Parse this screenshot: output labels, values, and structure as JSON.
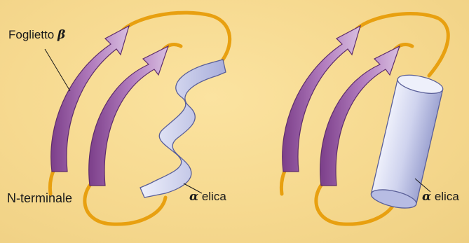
{
  "labels": {
    "beta_sheet": {
      "text": "Foglietto",
      "symbol": "β"
    },
    "n_terminal": {
      "text": "N-terminale"
    },
    "alpha_helix_left": {
      "symbol": "α",
      "text": "elica"
    },
    "alpha_helix_right": {
      "symbol": "α",
      "text": "elica"
    }
  },
  "colors": {
    "background": "#f6d98f",
    "loop": "#e8a010",
    "strand": "#a768b2",
    "helix": "#c9cdeb"
  }
}
